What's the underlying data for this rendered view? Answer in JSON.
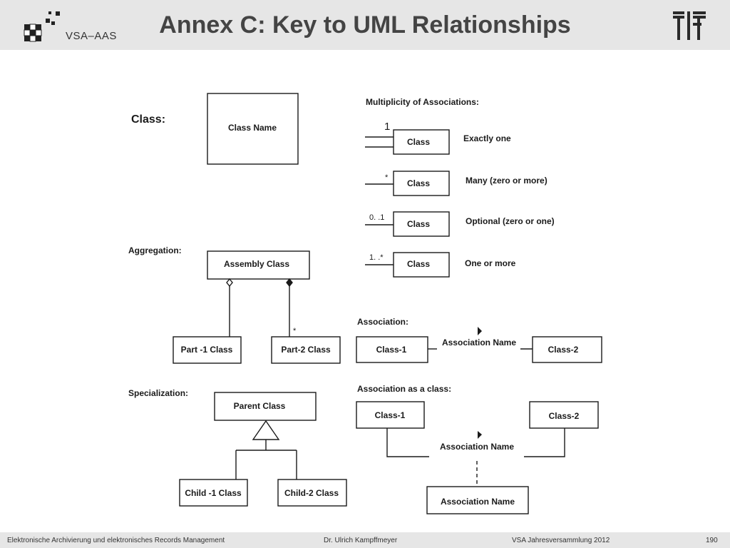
{
  "header": {
    "title": "Annex C: Key to UML Relationships",
    "logo_text": "VSA–AAS"
  },
  "class_section": {
    "heading": "Class:",
    "box": "Class Name"
  },
  "multiplicity": {
    "heading": "Multiplicity of Associations:",
    "rows": [
      {
        "mult": "1",
        "box": "Class",
        "desc": "Exactly one"
      },
      {
        "mult": "*",
        "box": "Class",
        "desc": "Many (zero or more)"
      },
      {
        "mult": "0. .1",
        "box": "Class",
        "desc": "Optional (zero or one)"
      },
      {
        "mult": "1. .*",
        "box": "Class",
        "desc": "One or more"
      }
    ]
  },
  "aggregation": {
    "heading": "Aggregation:",
    "assembly": "Assembly Class",
    "part1": "Part -1 Class",
    "part2": "Part-2 Class",
    "mult": "*"
  },
  "association": {
    "heading": "Association:",
    "class1": "Class-1",
    "name": "Association Name",
    "class2": "Class-2"
  },
  "specialization": {
    "heading": "Specialization:",
    "parent": "Parent Class",
    "child1": "Child -1 Class",
    "child2": "Child-2 Class"
  },
  "assoc_class": {
    "heading": "Association as a class:",
    "class1": "Class-1",
    "class2": "Class-2",
    "name": "Association Name",
    "box": "Association Name"
  },
  "footer": {
    "left": "Elektronische Archivierung und elektronisches Records Management",
    "center": "Dr. Ulrich Kampffmeyer",
    "right": "VSA Jahresversammlung 2012",
    "page": "190"
  },
  "colors": {
    "header_bg": "#e6e6e6",
    "title": "#444444",
    "lines": "#1a1a1a"
  }
}
